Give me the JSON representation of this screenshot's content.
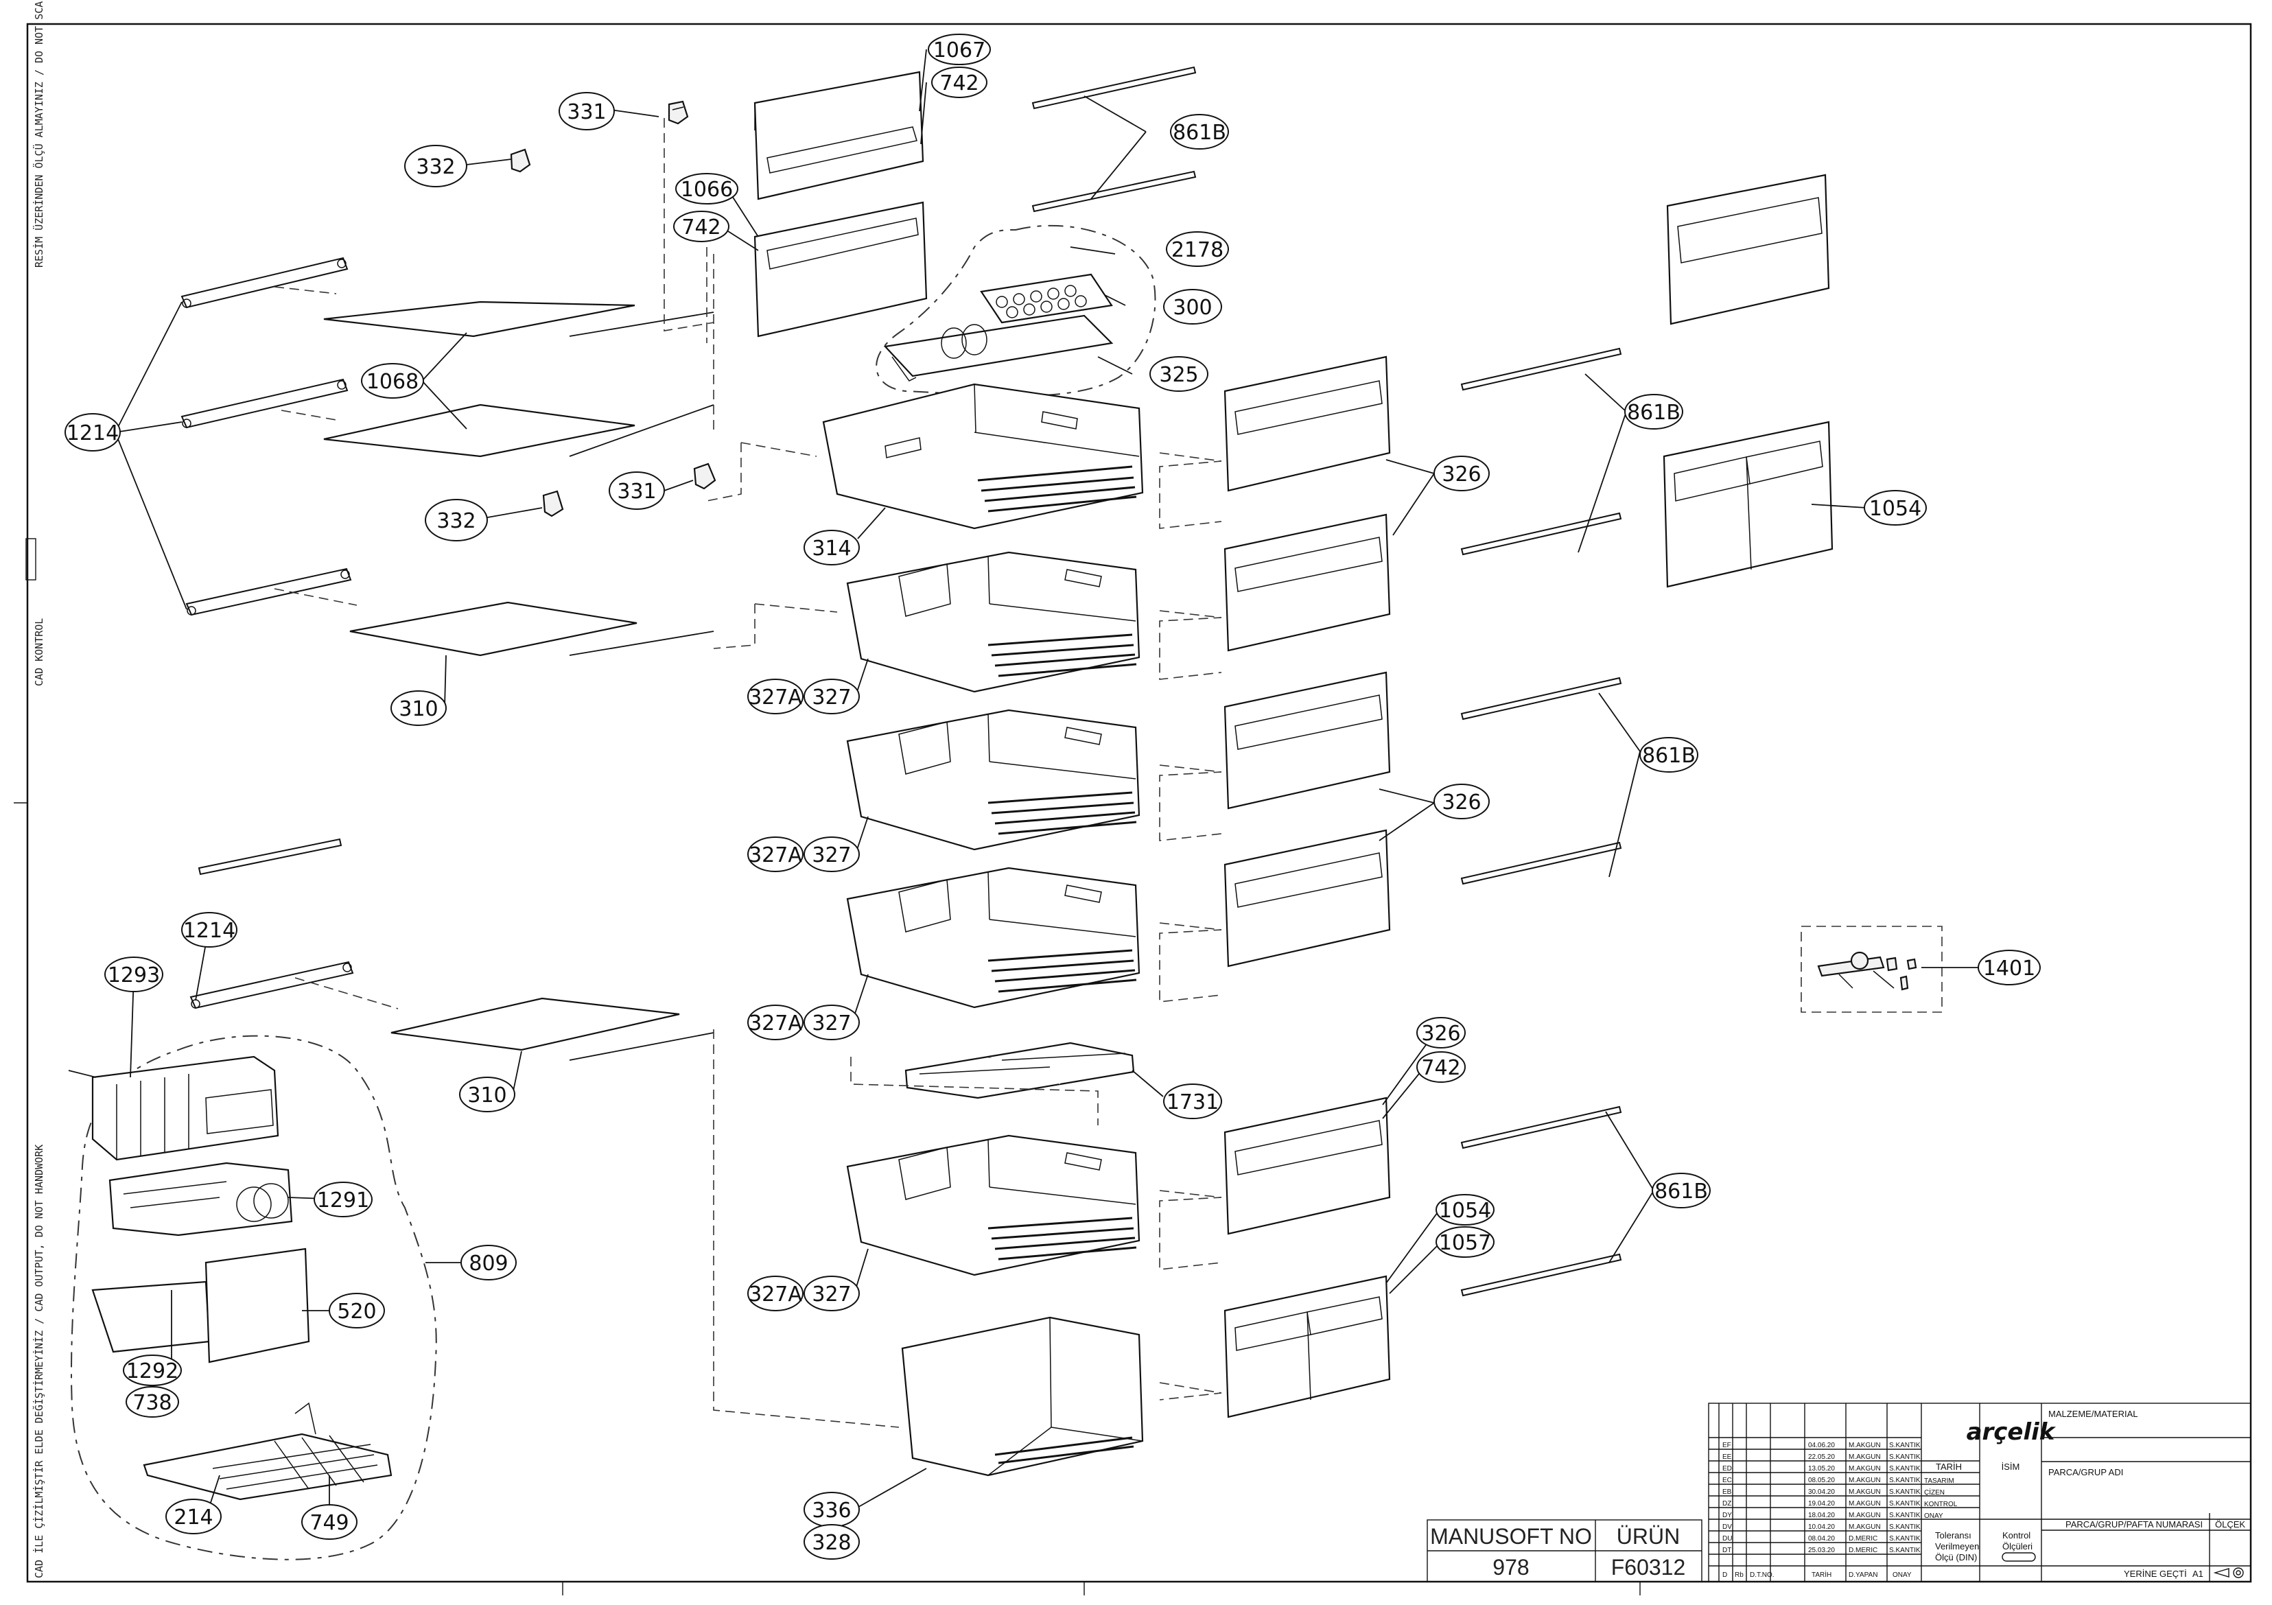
{
  "side_notes": {
    "top": "RESİM ÜZERİNDEN ÖLÇÜ ALMAYINIZ / DO NOT SCALE",
    "middle": "CAD KONTROL",
    "bottom": "CAD İLE ÇİZİLMİŞTİR ELDE DEĞİŞTİRMEYİNİZ / CAD OUTPUT, DO NOT HANDWORK"
  },
  "callouts": [
    {
      "id": "c331a",
      "label": "331"
    },
    {
      "id": "c332a",
      "label": "332"
    },
    {
      "id": "c1067",
      "label": "1067"
    },
    {
      "id": "c742a",
      "label": "742"
    },
    {
      "id": "c861Ba",
      "label": "861B"
    },
    {
      "id": "c1066",
      "label": "1066"
    },
    {
      "id": "c742b",
      "label": "742"
    },
    {
      "id": "c2178",
      "label": "2178"
    },
    {
      "id": "c300",
      "label": "300"
    },
    {
      "id": "c1068",
      "label": "1068"
    },
    {
      "id": "c1214a",
      "label": "1214"
    },
    {
      "id": "c325",
      "label": "325"
    },
    {
      "id": "c861Bb",
      "label": "861B"
    },
    {
      "id": "c331b",
      "label": "331"
    },
    {
      "id": "c332b",
      "label": "332"
    },
    {
      "id": "c326a",
      "label": "326"
    },
    {
      "id": "c1054a",
      "label": "1054"
    },
    {
      "id": "c314",
      "label": "314"
    },
    {
      "id": "c327Aa",
      "label": "327A"
    },
    {
      "id": "c327a",
      "label": "327"
    },
    {
      "id": "c310a",
      "label": "310"
    },
    {
      "id": "c861Bc",
      "label": "861B"
    },
    {
      "id": "c326b",
      "label": "326"
    },
    {
      "id": "c327Ab",
      "label": "327A"
    },
    {
      "id": "c327b",
      "label": "327"
    },
    {
      "id": "c1214b",
      "label": "1214"
    },
    {
      "id": "c1293",
      "label": "1293"
    },
    {
      "id": "c1401",
      "label": "1401"
    },
    {
      "id": "c327Ac",
      "label": "327A"
    },
    {
      "id": "c327c",
      "label": "327"
    },
    {
      "id": "c326c",
      "label": "326"
    },
    {
      "id": "c742c",
      "label": "742"
    },
    {
      "id": "c310b",
      "label": "310"
    },
    {
      "id": "c1731",
      "label": "1731"
    },
    {
      "id": "c1291",
      "label": "1291"
    },
    {
      "id": "c861Bd",
      "label": "861B"
    },
    {
      "id": "c1054b",
      "label": "1054"
    },
    {
      "id": "c1057",
      "label": "1057"
    },
    {
      "id": "c809",
      "label": "809"
    },
    {
      "id": "c327Ad",
      "label": "327A"
    },
    {
      "id": "c327d",
      "label": "327"
    },
    {
      "id": "c520",
      "label": "520"
    },
    {
      "id": "c1292",
      "label": "1292"
    },
    {
      "id": "c738",
      "label": "738"
    },
    {
      "id": "c214",
      "label": "214"
    },
    {
      "id": "c749",
      "label": "749"
    },
    {
      "id": "c336",
      "label": "336"
    },
    {
      "id": "c328",
      "label": "328"
    }
  ],
  "info_box": {
    "manusoft_label": "MANUSOFT NO",
    "manusoft_value": "978",
    "urun_label": "ÜRÜN",
    "urun_value": "F60312"
  },
  "title_block": {
    "logo": "arçelik",
    "material_label": "MALZEME/MATERIAL",
    "part_name_label": "PARCA/GRUP ADI",
    "part_number_label": "PARCA/GRUP/PAFTA NUMARASI",
    "scale_label": "ÖLÇEK",
    "replaces_label": "YERİNE GEÇTİ",
    "sheet_size": "A1",
    "tolerance_lines": [
      "Toleransı",
      "Verilmeyen",
      "Ölçü (DIN)"
    ],
    "control_lines": [
      "Kontrol",
      "Ölçüleri"
    ],
    "col_headers": [
      "TARİH",
      "İSİM"
    ],
    "approval_roles": [
      "TASARIM",
      "ÇİZEN",
      "KONTROL",
      "ONAY"
    ],
    "bottom_headers": [
      "D",
      "Rb",
      "D.T.NO.",
      "TARİH",
      "D.YAPAN",
      "ONAY"
    ],
    "revisions": [
      {
        "code": "EF",
        "date": "04.06.20",
        "by": "M.AKGUN",
        "ok": "S.KANTIK"
      },
      {
        "code": "EE",
        "date": "22.05.20",
        "by": "M.AKGUN",
        "ok": "S.KANTIK"
      },
      {
        "code": "ED",
        "date": "13.05.20",
        "by": "M.AKGUN",
        "ok": "S.KANTIK"
      },
      {
        "code": "EC",
        "date": "08.05.20",
        "by": "M.AKGUN",
        "ok": "S.KANTIK"
      },
      {
        "code": "EB",
        "date": "30.04.20",
        "by": "M.AKGUN",
        "ok": "S.KANTIK"
      },
      {
        "code": "DZ",
        "date": "19.04.20",
        "by": "M.AKGUN",
        "ok": "S.KANTIK"
      },
      {
        "code": "DY",
        "date": "18.04.20",
        "by": "M.AKGUN",
        "ok": "S.KANTIK"
      },
      {
        "code": "DV",
        "date": "10.04.20",
        "by": "M.AKGUN",
        "ok": "S.KANTIK"
      },
      {
        "code": "DU",
        "date": "08.04.20",
        "by": "D.MERIC",
        "ok": "S.KANTIK"
      },
      {
        "code": "DT",
        "date": "25.03.20",
        "by": "D.MERIC",
        "ok": "S.KANTIK"
      }
    ]
  }
}
